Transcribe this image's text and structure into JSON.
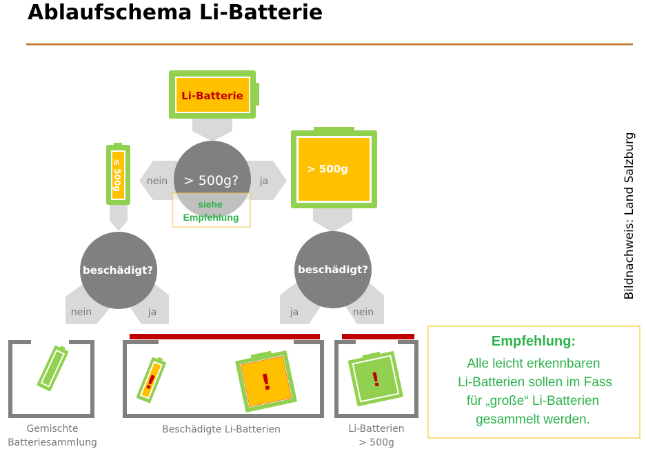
{
  "title": "Ablaufschema Li-Batterie",
  "credit": "Bildnachweis: Land Salzburg",
  "colors": {
    "accent_line": "#c0702a",
    "green": "#92d050",
    "yellow": "#ffc000",
    "red": "#c00000",
    "gray": "#808080",
    "light_gray": "#d9d9d9",
    "text_green": "#2db24a"
  },
  "flow": {
    "start_battery": "Li-Batterie",
    "question_weight": "> 500g?",
    "no": "nein",
    "yes": "ja",
    "small_battery": "≤ 500g",
    "large_battery": "> 500g",
    "question_damaged": "beschädigt?",
    "see_recommendation_line1": "siehe",
    "see_recommendation_line2": "Empfehlung"
  },
  "bins": [
    {
      "label_lines": [
        "Gemischte",
        "Batteriesammlung"
      ]
    },
    {
      "label_lines": [
        "Beschädigte Li-Batterien"
      ]
    },
    {
      "label_lines": [
        "Li-Batterien",
        "> 500g"
      ]
    }
  ],
  "recommendation": {
    "title": "Empfehlung:",
    "lines": [
      "Alle leicht erkennbaren",
      "Li-Batterien sollen im Fass",
      "für „große“ Li-Batterien",
      "gesammelt werden."
    ]
  }
}
